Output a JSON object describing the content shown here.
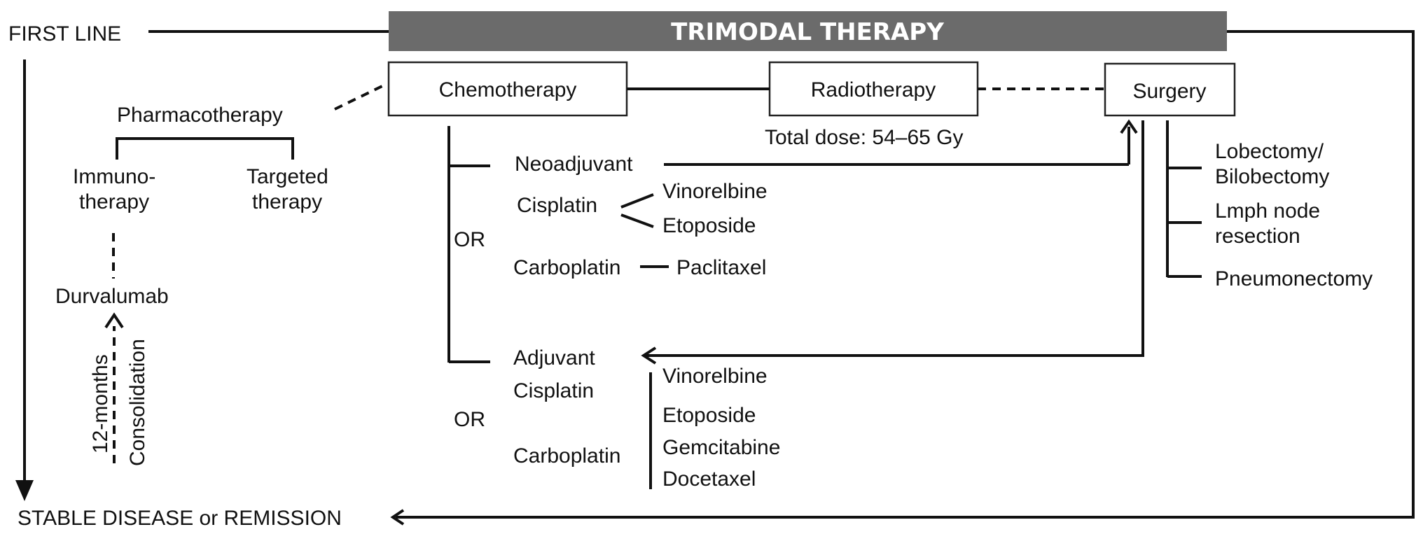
{
  "colors": {
    "banner_fill": "#6b6b6b",
    "banner_text": "#ffffff",
    "line": "#111111",
    "text": "#111111"
  },
  "header": {
    "first_line": "FIRST LINE",
    "banner": "TRIMODAL THERAPY"
  },
  "footer": {
    "outcome": "STABLE DISEASE or REMISSION"
  },
  "modalities": {
    "chemotherapy": "Chemotherapy",
    "radiotherapy": "Radiotherapy",
    "surgery": "Surgery",
    "radiotherapy_dose": "Total dose: 54–65 Gy"
  },
  "pharmacotherapy": {
    "title": "Pharmacotherapy",
    "immunotherapy_line1": "Immuno-",
    "immunotherapy_line2": "therapy",
    "targeted_line1": "Targeted",
    "targeted_line2": "therapy",
    "durvalumab": "Durvalumab",
    "duration": "12-months",
    "consolidation": "Consolidation"
  },
  "neoadjuvant": {
    "label": "Neoadjuvant",
    "or": "OR",
    "cisplatin": "Cisplatin",
    "cisplatin_partners": [
      "Vinorelbine",
      "Etoposide"
    ],
    "carboplatin": "Carboplatin",
    "carboplatin_partner": "Paclitaxel"
  },
  "adjuvant": {
    "label": "Adjuvant",
    "or": "OR",
    "cisplatin": "Cisplatin",
    "carboplatin": "Carboplatin",
    "partners": [
      "Vinorelbine",
      "Etoposide",
      "Gemcitabine",
      "Docetaxel"
    ]
  },
  "surgery_options": {
    "lobectomy_line1": "Lobectomy/",
    "lobectomy_line2": "Bilobectomy",
    "lymph_line1": "Lmph node",
    "lymph_line2": "resection",
    "pneumonectomy": "Pneumonectomy"
  }
}
